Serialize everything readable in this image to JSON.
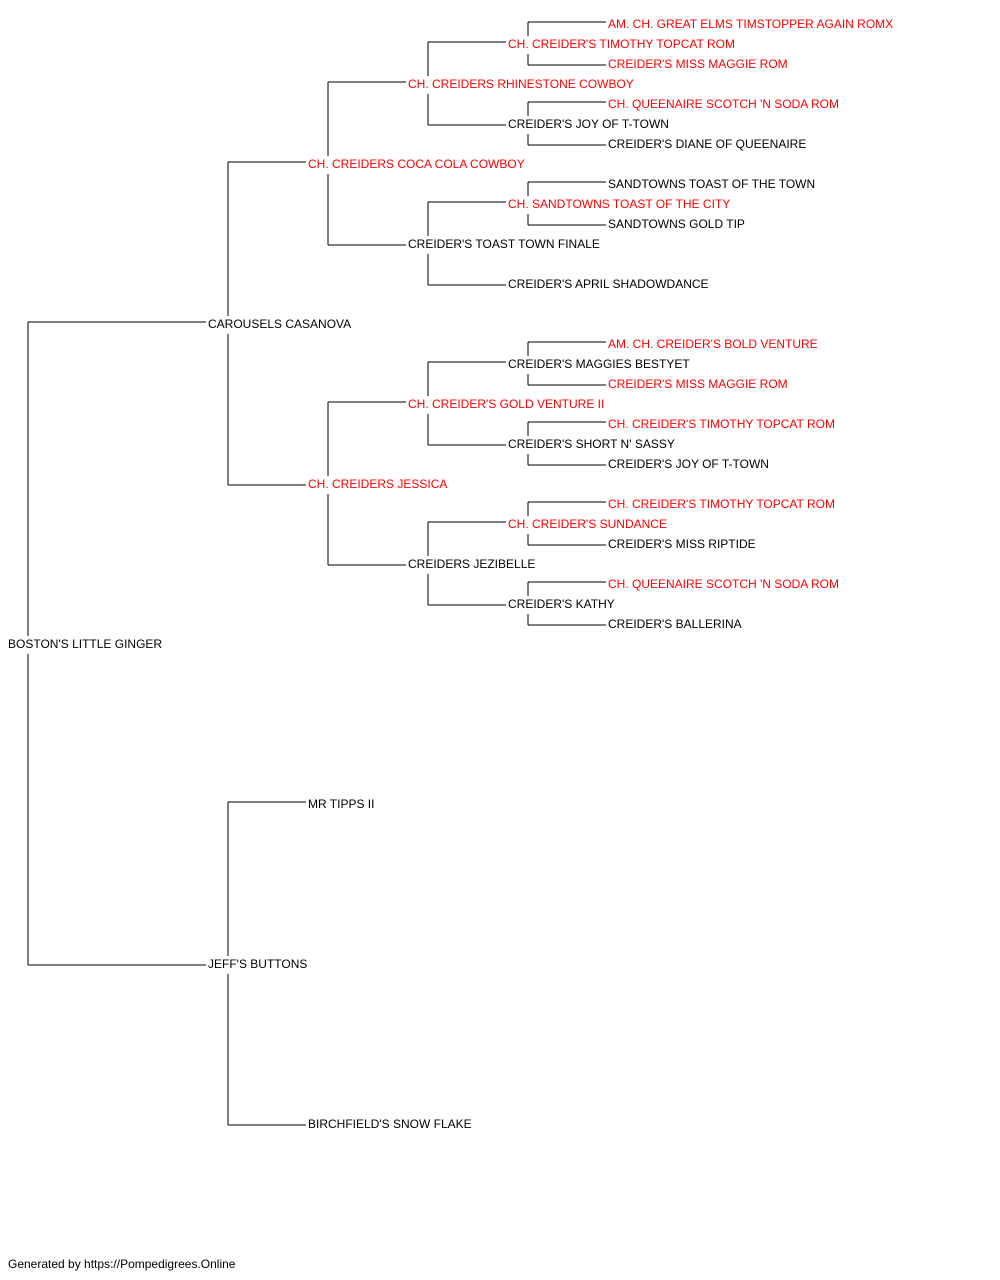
{
  "colors": {
    "champion": "#ff0000",
    "normal": "#000000",
    "line": "#000000"
  },
  "pedigree": {
    "name": "BOSTON'S LITTLE GINGER",
    "champion": false,
    "sire": {
      "name": "CAROUSELS CASANOVA",
      "champion": false,
      "sire": {
        "name": "CH. CREIDERS COCA COLA COWBOY",
        "champion": true,
        "sire": {
          "name": "CH. CREIDERS RHINESTONE COWBOY",
          "champion": true,
          "sire": {
            "name": "CH. CREIDER'S TIMOTHY TOPCAT ROM",
            "champion": true,
            "sire": {
              "name": "AM. CH. GREAT ELMS TIMSTOPPER AGAIN ROMX",
              "champion": true
            },
            "dam": {
              "name": "CREIDER'S MISS MAGGIE ROM",
              "champion": true
            }
          },
          "dam": {
            "name": "CREIDER'S JOY OF T-TOWN",
            "champion": false,
            "sire": {
              "name": "CH. QUEENAIRE SCOTCH 'N SODA ROM",
              "champion": true
            },
            "dam": {
              "name": "CREIDER'S DIANE OF QUEENAIRE",
              "champion": false
            }
          }
        },
        "dam": {
          "name": "CREIDER'S TOAST TOWN FINALE",
          "champion": false,
          "sire": {
            "name": "CH. SANDTOWNS TOAST OF THE CITY",
            "champion": true,
            "sire": {
              "name": "SANDTOWNS TOAST OF THE TOWN",
              "champion": false
            },
            "dam": {
              "name": "SANDTOWNS GOLD TIP",
              "champion": false
            }
          },
          "dam": {
            "name": "CREIDER'S APRIL SHADOWDANCE",
            "champion": false
          }
        }
      },
      "dam": {
        "name": "CH. CREIDERS JESSICA",
        "champion": true,
        "sire": {
          "name": "CH. CREIDER'S GOLD VENTURE II",
          "champion": true,
          "sire": {
            "name": "CREIDER'S MAGGIES BESTYET",
            "champion": false,
            "sire": {
              "name": "AM. CH. CREIDER'S BOLD VENTURE",
              "champion": true
            },
            "dam": {
              "name": "CREIDER'S MISS MAGGIE ROM",
              "champion": true
            }
          },
          "dam": {
            "name": "CREIDER'S SHORT N' SASSY",
            "champion": false,
            "sire": {
              "name": "CH. CREIDER'S TIMOTHY TOPCAT ROM",
              "champion": true
            },
            "dam": {
              "name": "CREIDER'S JOY OF T-TOWN",
              "champion": false
            }
          }
        },
        "dam": {
          "name": "CREIDERS JEZIBELLE",
          "champion": false,
          "sire": {
            "name": "CH. CREIDER'S SUNDANCE",
            "champion": true,
            "sire": {
              "name": "CH. CREIDER'S TIMOTHY TOPCAT ROM",
              "champion": true
            },
            "dam": {
              "name": "CREIDER'S MISS RIPTIDE",
              "champion": false
            }
          },
          "dam": {
            "name": "CREIDER'S KATHY",
            "champion": false,
            "sire": {
              "name": "CH. QUEENAIRE SCOTCH 'N SODA ROM",
              "champion": true
            },
            "dam": {
              "name": "CREIDER'S BALLERINA",
              "champion": false
            }
          }
        }
      }
    },
    "dam": {
      "name": "JEFF'S BUTTONS",
      "champion": false,
      "sire": {
        "name": "MR TIPPS II",
        "champion": false
      },
      "dam": {
        "name": "BIRCHFIELD'S SNOW FLAKE",
        "champion": false
      }
    }
  },
  "footer": "Generated by https://Pompedigrees.Online"
}
